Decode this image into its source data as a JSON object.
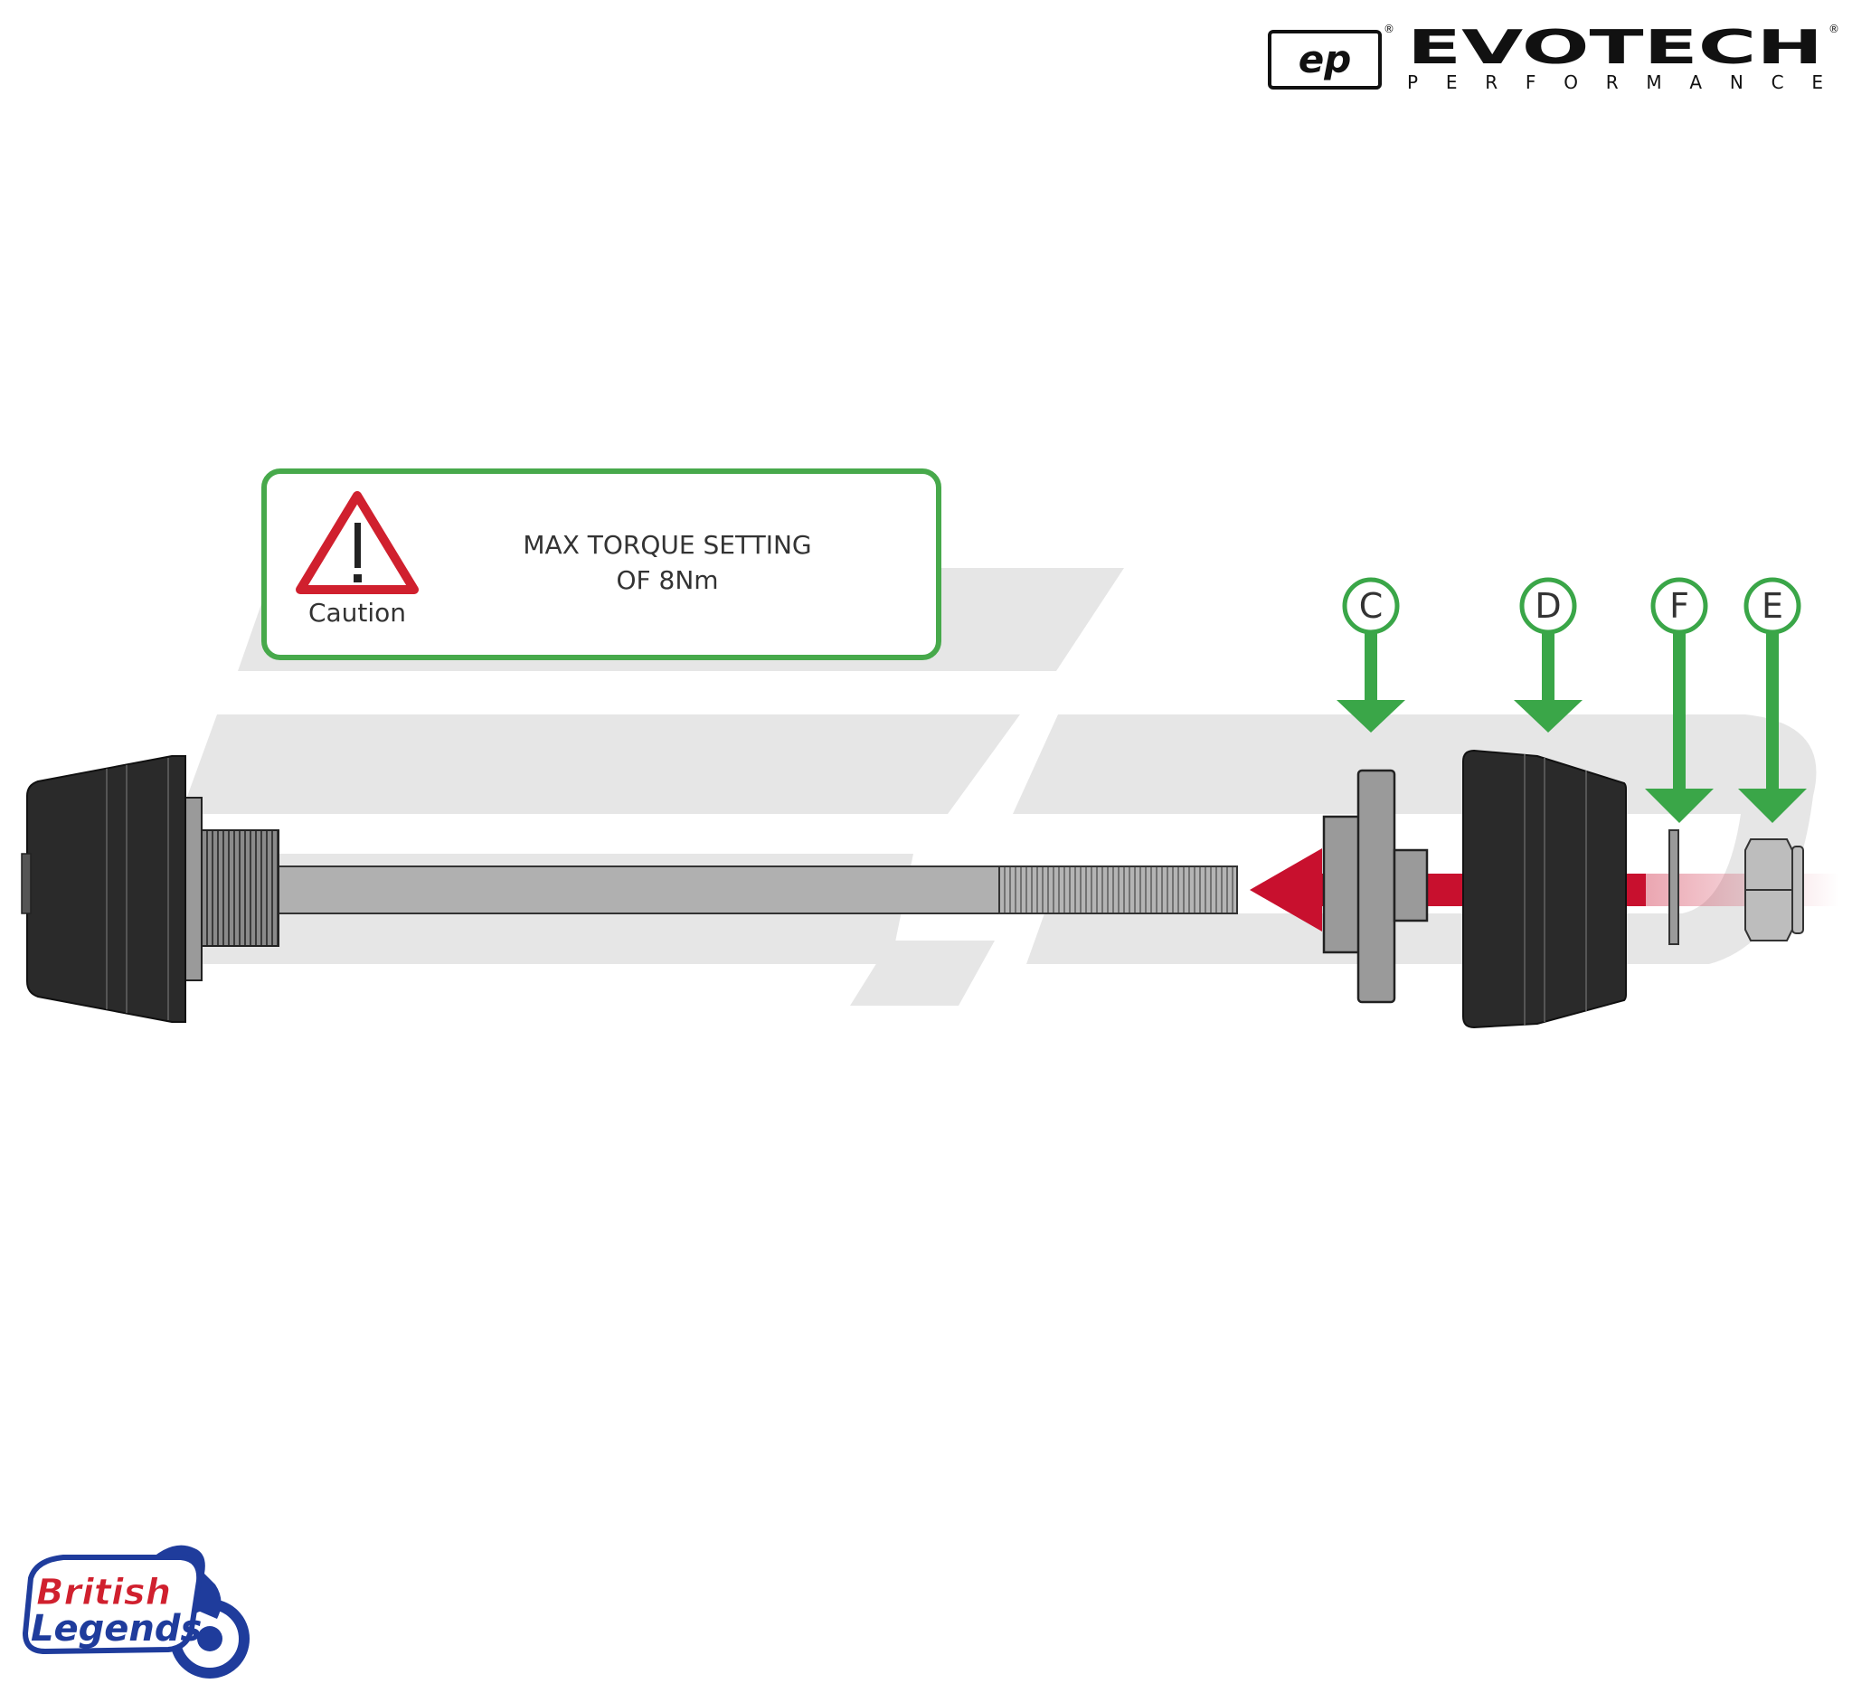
{
  "header": {
    "logo_mark": "ep",
    "brand_name": "EVOTECH",
    "brand_sub": "PERFORMANCE"
  },
  "caution_box": {
    "icon_label": "Caution",
    "message_line1": "MAX TORQUE SETTING",
    "message_line2": "OF 8Nm",
    "icon_name": "warning-triangle-icon"
  },
  "parts": [
    {
      "key": "C",
      "label": "C"
    },
    {
      "key": "D",
      "label": "D"
    },
    {
      "key": "F",
      "label": "F"
    },
    {
      "key": "E",
      "label": "E"
    }
  ],
  "footer_logo": {
    "line1": "British",
    "line2": "Legends"
  },
  "colors": {
    "pointer_green": "#3aa648",
    "border_green": "#47a94b",
    "arrow_red": "#c8102e",
    "warning_red": "#d0202e",
    "bobbin_black": "#2a2a2a",
    "spacer_gray": "#9a9a9a",
    "bolt_gray": "#a8a8a8",
    "watermark_gray": "#e6e6e6",
    "brand_blue": "#1f3c9c"
  }
}
